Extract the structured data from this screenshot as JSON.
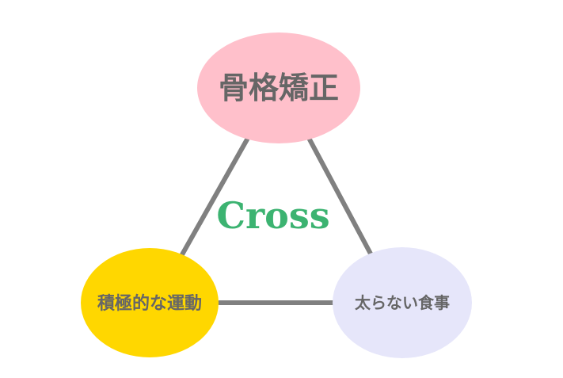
{
  "diagram": {
    "center_label": "Cross",
    "nodes": {
      "top": {
        "label": "骨格矯正",
        "fill": "#ffc0cb",
        "text_color": "#666666"
      },
      "left": {
        "label": "積極的な運動",
        "fill": "#ffd700",
        "text_color": "#666666"
      },
      "right": {
        "label": "太らない食事",
        "fill": "#e6e6fa",
        "text_color": "#666666"
      }
    },
    "colors": {
      "connector": "#808080",
      "center_label": "#3cb371",
      "background": "#ffffff"
    }
  }
}
